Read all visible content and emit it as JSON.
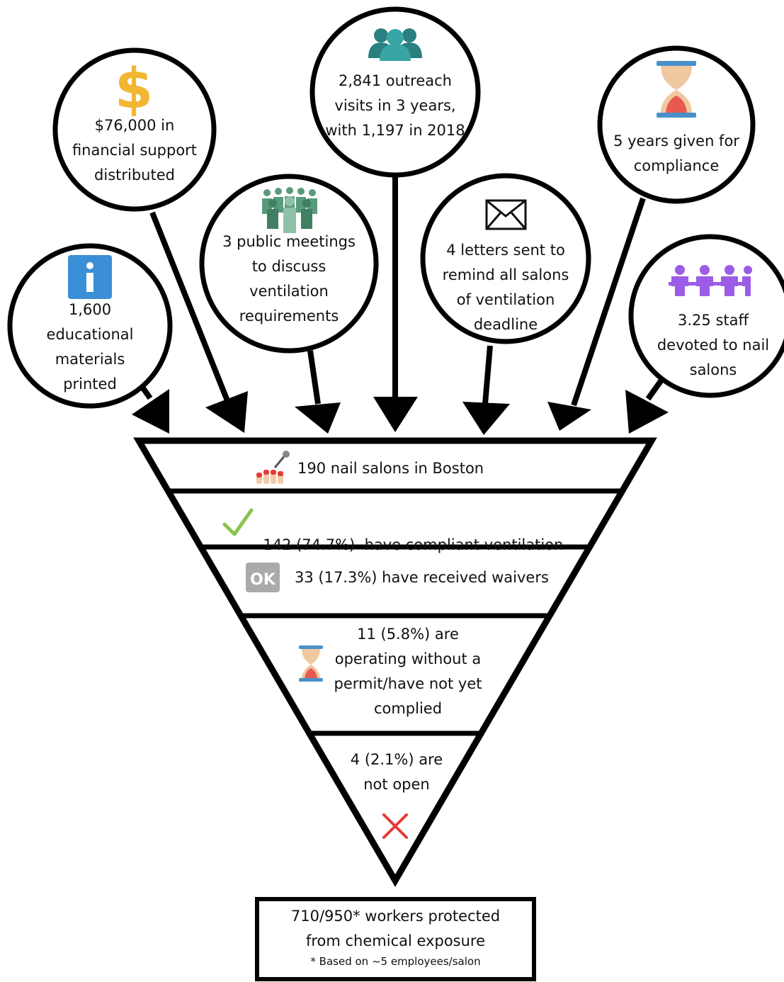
{
  "stats": {
    "educational": {
      "lines": [
        "1,600",
        "educational",
        "materials",
        "printed"
      ],
      "icon": "info-icon",
      "color": "#3a8fd6"
    },
    "financial": {
      "lines": [
        "$76,000 in",
        "financial support",
        "distributed"
      ],
      "icon": "dollar-icon",
      "color": "#f2b632"
    },
    "meetings": {
      "lines": [
        "3 public meetings",
        "to discuss",
        "ventilation",
        "requirements"
      ],
      "icon": "crowd-icon",
      "color": "#5a9a7c"
    },
    "outreach": {
      "lines": [
        "2,841 outreach",
        "visits in 3 years,",
        "with 1,197 in 2018"
      ],
      "icon": "group-icon",
      "color": "#2a8a8a"
    },
    "letters": {
      "lines": [
        "4 letters sent to",
        "remind all salons",
        "of ventilation",
        "deadline"
      ],
      "icon": "envelope-icon",
      "color": "#111111"
    },
    "compliance_time": {
      "lines": [
        "5 years given for",
        "compliance"
      ],
      "icon": "hourglass-icon",
      "color": "#e85a4f"
    },
    "staff": {
      "lines": [
        "3.25 staff",
        "devoted to nail",
        "salons"
      ],
      "icon": "people-icon",
      "color": "#9b5de5"
    }
  },
  "funnel": {
    "layers": [
      {
        "text": [
          "190 nail salons in Boston"
        ],
        "icon": "nail-polish-icon"
      },
      {
        "text": [
          "142 (74.7%)  have compliant ventilation"
        ],
        "icon": "checkmark-icon"
      },
      {
        "text": [
          "33 (17.3%) have received waivers"
        ],
        "icon": "ok-icon",
        "icon_label": "OK"
      },
      {
        "text": [
          "11 (5.8%) are",
          "operating without a",
          "permit/have not yet",
          "complied"
        ],
        "icon": "hourglass-icon"
      },
      {
        "text": [
          "4 (2.1%) are",
          "not open"
        ],
        "icon": "x-icon"
      }
    ]
  },
  "footer": {
    "line1": "710/950* workers protected",
    "line2": "from chemical exposure",
    "note": "* Based on ~5 employees/salon"
  },
  "colors": {
    "check": "#8bc34a",
    "x": "#e53935",
    "ok_bg": "#aaaaaa",
    "hourglass_top": "#4a90c8",
    "hourglass_sand": "#f0c8a0",
    "hourglass_bottom": "#e85a4f"
  }
}
